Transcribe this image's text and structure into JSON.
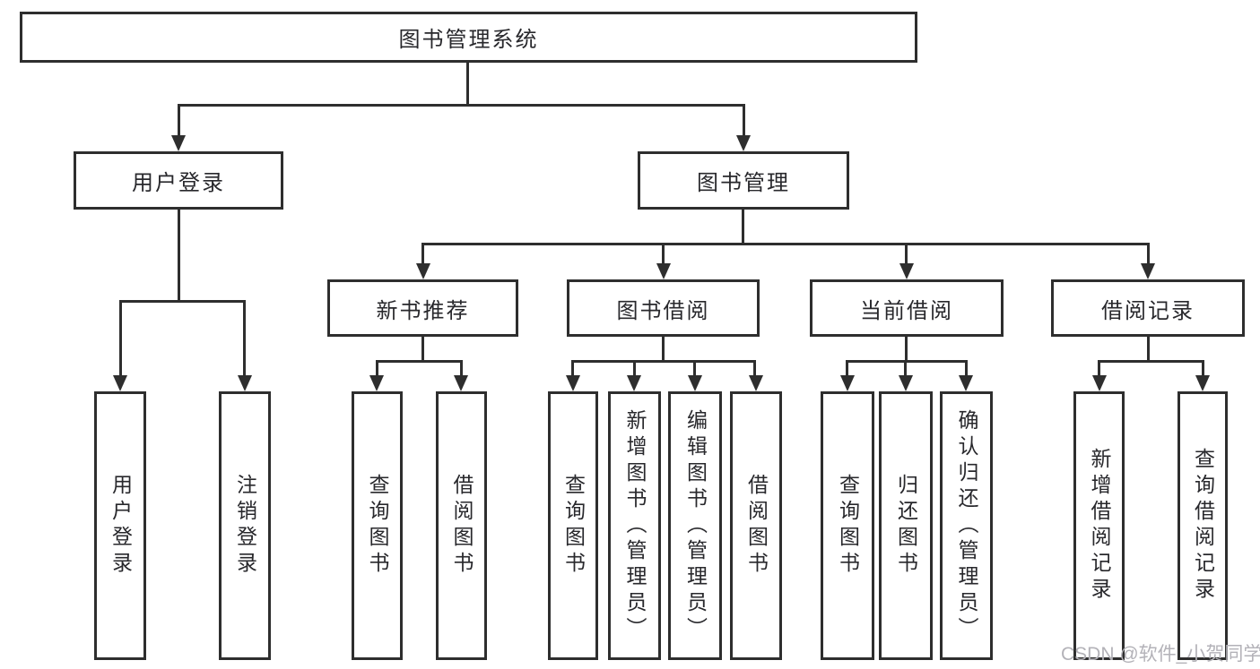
{
  "diagram": {
    "root": "图书管理系统",
    "user_login": {
      "label": "用户登录",
      "children": [
        "用户登录",
        "注销登录"
      ]
    },
    "book_mgmt": {
      "label": "图书管理",
      "new_book_rec": {
        "label": "新书推荐",
        "children": [
          "查询图书",
          "借阅图书"
        ]
      },
      "book_borrow": {
        "label": "图书借阅",
        "children": [
          "查询图书",
          "新增图书（管理员）",
          "编辑图书（管理员）",
          "借阅图书"
        ]
      },
      "current_borrow": {
        "label": "当前借阅",
        "children": [
          "查询图书",
          "归还图书",
          "确认归还（管理员）"
        ]
      },
      "borrow_records": {
        "label": "借阅记录",
        "children": [
          "新增借阅记录",
          "查询借阅记录"
        ]
      }
    }
  },
  "watermark": "CSDN @软件_小贺同学",
  "colors": {
    "line": "#2e2e2e",
    "text": "#28282c",
    "watermark": "#b3b2b8",
    "background": "#ffffff"
  }
}
